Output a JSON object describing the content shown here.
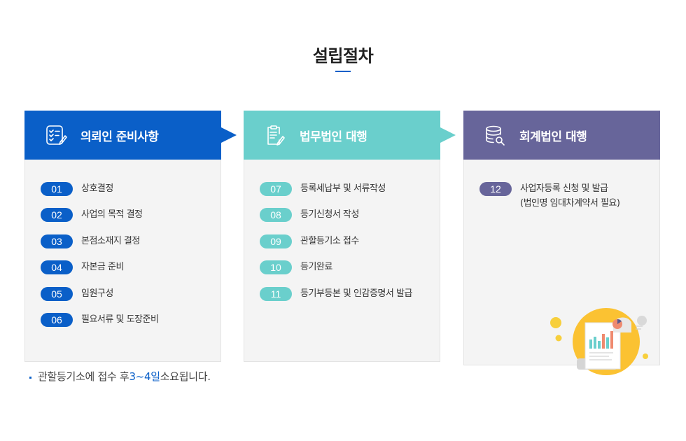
{
  "title": "설립절차",
  "columns": [
    {
      "header": "의뢰인 준비사항",
      "icon": "checklist-pen-icon",
      "color": "#0a5fc8",
      "steps": [
        {
          "num": "01",
          "label": "상호결정"
        },
        {
          "num": "02",
          "label": "사업의 목적 결정"
        },
        {
          "num": "03",
          "label": "본점소재지 결정"
        },
        {
          "num": "04",
          "label": "자본금 준비"
        },
        {
          "num": "05",
          "label": "임원구성"
        },
        {
          "num": "06",
          "label": "필요서류 및 도장준비"
        }
      ]
    },
    {
      "header": "법무법인 대행",
      "icon": "clipboard-pen-icon",
      "color": "#6acfcc",
      "steps": [
        {
          "num": "07",
          "label": "등록세납부 및 서류작성"
        },
        {
          "num": "08",
          "label": "등기신청서 작성"
        },
        {
          "num": "09",
          "label": "관할등기소 접수"
        },
        {
          "num": "10",
          "label": "등기완료"
        },
        {
          "num": "11",
          "label": "등기부등본 및 인감증명서 발급"
        }
      ]
    },
    {
      "header": "회계법인 대행",
      "icon": "database-search-icon",
      "color": "#67659a",
      "steps": [
        {
          "num": "12",
          "label": "사업자등록 신청 및 발급",
          "sub": "(법인명 임대차계약서 필요)"
        }
      ]
    }
  ],
  "note": {
    "before": "관할등기소에 접수 후 ",
    "highlight": "3~4일",
    "after": " 소요됩니다."
  }
}
